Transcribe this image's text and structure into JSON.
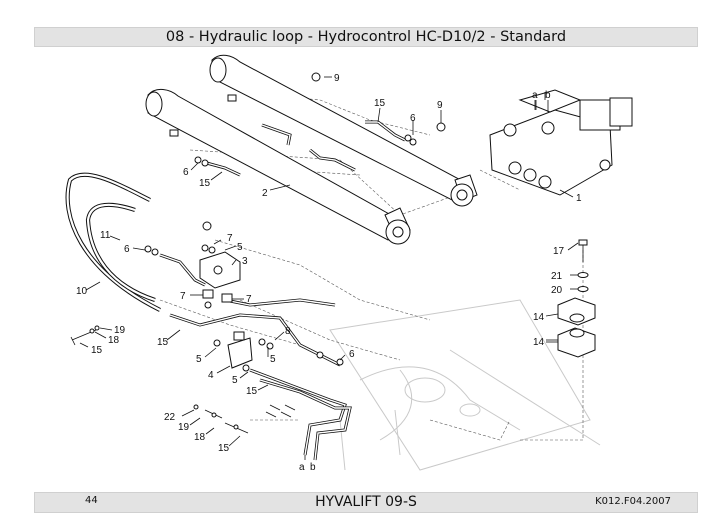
{
  "header": {
    "title": "08 - Hydraulic loop - Hydrocontrol HC-D10/2 - Standard"
  },
  "footer": {
    "page_number": "44",
    "model": "HYVALIFT 09-S",
    "doc_code": "K012.F04.2007"
  },
  "callouts": {
    "c9a": "9",
    "c15a": "15",
    "c6a": "6",
    "c9b": "9",
    "ca": "a",
    "cb": "b",
    "c6b": "6",
    "c15b": "15",
    "c2": "2",
    "c1": "1",
    "c11": "11",
    "c7a": "7",
    "c6c": "6",
    "c5a": "5",
    "c3": "3",
    "c17": "17",
    "c21": "21",
    "c20": "20",
    "c10": "10",
    "c7b": "7",
    "c7c": "7",
    "c14a": "14",
    "c19a": "19",
    "c18a": "18",
    "c15c": "15",
    "c15d": "15",
    "c8": "8",
    "c5b": "5",
    "c5c": "5",
    "c6d": "6",
    "c14b": "14",
    "c4": "4",
    "c5d": "5",
    "c15e": "15",
    "c22": "22",
    "c19b": "19",
    "c18b": "18",
    "c15f": "15",
    "cab_a": "a",
    "cab_b": "b"
  }
}
